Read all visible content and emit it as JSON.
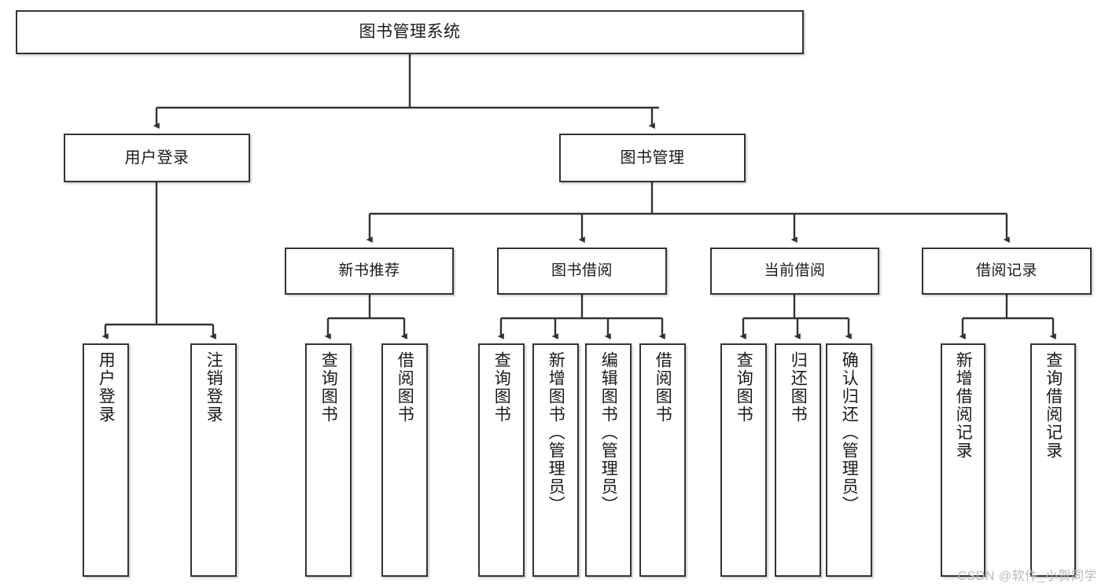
{
  "diagram": {
    "type": "tree",
    "title": "图书管理系统",
    "watermark": "CSDN @软件_小贺同学",
    "colors": {
      "box_border": "#333333",
      "box_fill": "#ffffff",
      "connector": "#333333",
      "text": "#1a1a1a",
      "watermark": "#b9b9b9"
    },
    "root": {
      "label": "图书管理系统"
    },
    "level1": [
      {
        "label": "用户登录"
      },
      {
        "label": "图书管理"
      }
    ],
    "level2": [
      {
        "label": "新书推荐"
      },
      {
        "label": "图书借阅"
      },
      {
        "label": "当前借阅"
      },
      {
        "label": "借阅记录"
      }
    ],
    "leaves": {
      "user_login": [
        {
          "label": "用户登录"
        },
        {
          "label": "注销登录"
        }
      ],
      "new_book_recommend": [
        {
          "label": "查询图书"
        },
        {
          "label": "借阅图书"
        }
      ],
      "book_borrow": [
        {
          "label": "查询图书"
        },
        {
          "label": "新增图书（管理员）"
        },
        {
          "label": "编辑图书（管理员）"
        },
        {
          "label": "借阅图书"
        }
      ],
      "current_borrow": [
        {
          "label": "查询图书"
        },
        {
          "label": "归还图书"
        },
        {
          "label": "确认归还（管理员）"
        }
      ],
      "borrow_records": [
        {
          "label": "新增借阅记录"
        },
        {
          "label": "查询借阅记录"
        }
      ]
    }
  }
}
